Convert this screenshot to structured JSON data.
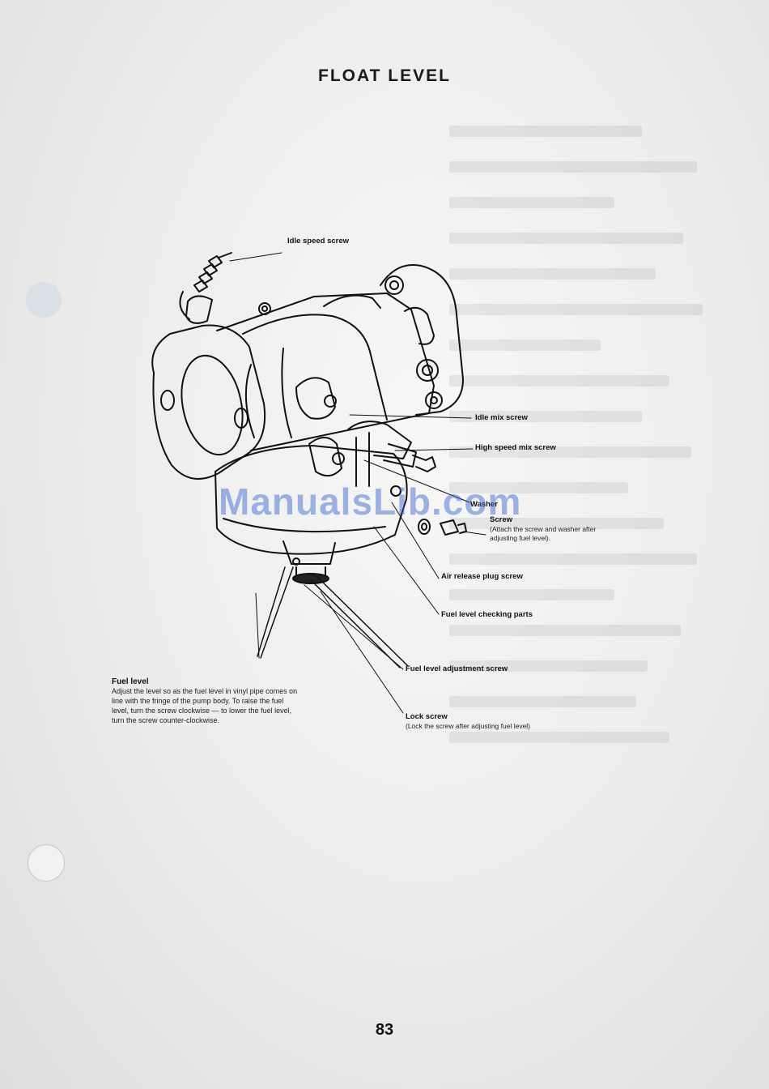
{
  "title": "FLOAT LEVEL",
  "labels": {
    "idle_speed_screw": "Idle speed screw",
    "idle_mix_screw": "Idle mix screw",
    "high_speed_mix_screw": "High speed mix screw",
    "washer": "Washer",
    "screw": "Screw",
    "screw_note_1": "(Attach the screw and washer after",
    "screw_note_2": "adjusting fuel level).",
    "air_release_plug_screw": "Air release plug screw",
    "fuel_level_checking_parts": "Fuel level checking parts",
    "fuel_level_adjustment_screw": "Fuel level adjustment screw",
    "lock_screw": "Lock screw",
    "lock_screw_note": "(Lock the screw after adjusting fuel level)"
  },
  "fuel_level": {
    "heading": "Fuel level",
    "lines": [
      "Adjust the level so as the fuel level in vinyl pipe comes on",
      "line with the fringe of the pump body. To raise the fuel",
      "level, turn the screw clockwise — to lower the fuel level,",
      "turn the screw counter-clockwise."
    ]
  },
  "watermark": "ManualsLib.com",
  "page_number": "83"
}
